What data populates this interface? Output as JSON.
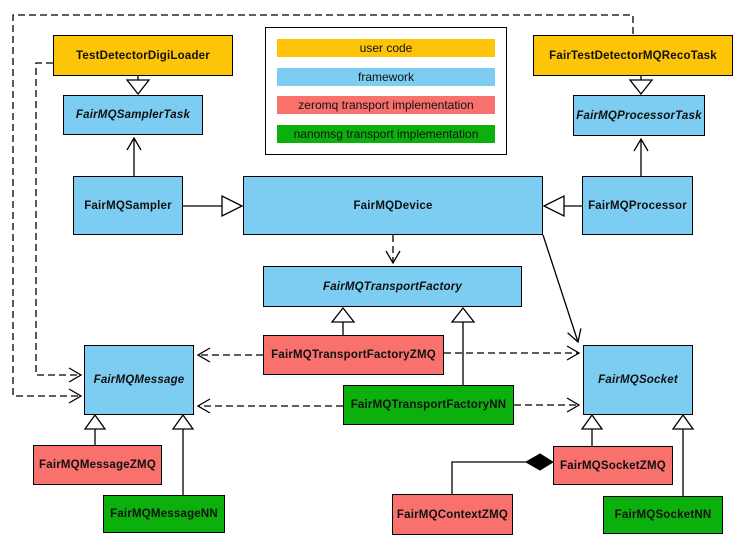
{
  "colors": {
    "user-code": "#FDC408",
    "framework": "#7CCDF1",
    "zeromq": "#F8716D",
    "nanomsg": "#0CB00C",
    "border": "#000000",
    "background": "#FFFFFF"
  },
  "legend": {
    "items": [
      {
        "label": "user code",
        "category": "user-code"
      },
      {
        "label": "framework",
        "category": "framework"
      },
      {
        "label": "zeromq transport implementation",
        "category": "zeromq"
      },
      {
        "label": "nanomsg transport implementation",
        "category": "nanomsg"
      }
    ]
  },
  "nodes": {
    "digi_loader": {
      "label": "TestDetectorDigiLoader",
      "category": "user-code",
      "abstract": false
    },
    "reco_task": {
      "label": "FairTestDetectorMQRecoTask",
      "category": "user-code",
      "abstract": false
    },
    "sampler_task": {
      "label": "FairMQSamplerTask",
      "category": "framework",
      "abstract": true
    },
    "processor_task": {
      "label": "FairMQProcessorTask",
      "category": "framework",
      "abstract": true
    },
    "sampler": {
      "label": "FairMQSampler",
      "category": "framework",
      "abstract": false
    },
    "device": {
      "label": "FairMQDevice",
      "category": "framework",
      "abstract": false
    },
    "processor": {
      "label": "FairMQProcessor",
      "category": "framework",
      "abstract": false
    },
    "transport_factory": {
      "label": "FairMQTransportFactory",
      "category": "framework",
      "abstract": true
    },
    "transport_factory_zmq": {
      "label": "FairMQTransportFactoryZMQ",
      "category": "zeromq",
      "abstract": false
    },
    "transport_factory_nn": {
      "label": "FairMQTransportFactoryNN",
      "category": "nanomsg",
      "abstract": false
    },
    "message": {
      "label": "FairMQMessage",
      "category": "framework",
      "abstract": true
    },
    "socket": {
      "label": "FairMQSocket",
      "category": "framework",
      "abstract": true
    },
    "message_zmq": {
      "label": "FairMQMessageZMQ",
      "category": "zeromq",
      "abstract": false
    },
    "message_nn": {
      "label": "FairMQMessageNN",
      "category": "nanomsg",
      "abstract": false
    },
    "context_zmq": {
      "label": "FairMQContextZMQ",
      "category": "zeromq",
      "abstract": false
    },
    "socket_zmq": {
      "label": "FairMQSocketZMQ",
      "category": "zeromq",
      "abstract": false
    },
    "socket_nn": {
      "label": "FairMQSocketNN",
      "category": "nanomsg",
      "abstract": false
    }
  },
  "edges": [
    {
      "from": "TestDetectorDigiLoader",
      "to": "FairMQSamplerTask",
      "type": "inheritance"
    },
    {
      "from": "FairTestDetectorMQRecoTask",
      "to": "FairMQProcessorTask",
      "type": "inheritance"
    },
    {
      "from": "FairMQSampler",
      "to": "FairMQSamplerTask",
      "type": "association"
    },
    {
      "from": "FairMQProcessor",
      "to": "FairMQProcessorTask",
      "type": "association"
    },
    {
      "from": "FairMQSampler",
      "to": "FairMQDevice",
      "type": "inheritance"
    },
    {
      "from": "FairMQProcessor",
      "to": "FairMQDevice",
      "type": "inheritance"
    },
    {
      "from": "FairMQDevice",
      "to": "FairMQTransportFactory",
      "type": "dependency"
    },
    {
      "from": "FairMQDevice",
      "to": "FairMQSocket",
      "type": "association"
    },
    {
      "from": "FairMQTransportFactoryZMQ",
      "to": "FairMQTransportFactory",
      "type": "inheritance"
    },
    {
      "from": "FairMQTransportFactoryNN",
      "to": "FairMQTransportFactory",
      "type": "inheritance"
    },
    {
      "from": "FairMQTransportFactoryZMQ",
      "to": "FairMQMessage",
      "type": "dependency"
    },
    {
      "from": "FairMQTransportFactoryZMQ",
      "to": "FairMQSocket",
      "type": "dependency"
    },
    {
      "from": "FairMQTransportFactoryNN",
      "to": "FairMQMessage",
      "type": "dependency"
    },
    {
      "from": "FairMQTransportFactoryNN",
      "to": "FairMQSocket",
      "type": "dependency"
    },
    {
      "from": "TestDetectorDigiLoader",
      "to": "FairMQMessage",
      "type": "dependency"
    },
    {
      "from": "FairTestDetectorMQRecoTask",
      "to": "FairMQMessage",
      "type": "dependency"
    },
    {
      "from": "FairMQMessageZMQ",
      "to": "FairMQMessage",
      "type": "inheritance"
    },
    {
      "from": "FairMQMessageNN",
      "to": "FairMQMessage",
      "type": "inheritance"
    },
    {
      "from": "FairMQSocketZMQ",
      "to": "FairMQSocket",
      "type": "inheritance"
    },
    {
      "from": "FairMQSocketNN",
      "to": "FairMQSocket",
      "type": "inheritance"
    },
    {
      "from": "FairMQContextZMQ",
      "to": "FairMQSocketZMQ",
      "type": "composition"
    }
  ]
}
